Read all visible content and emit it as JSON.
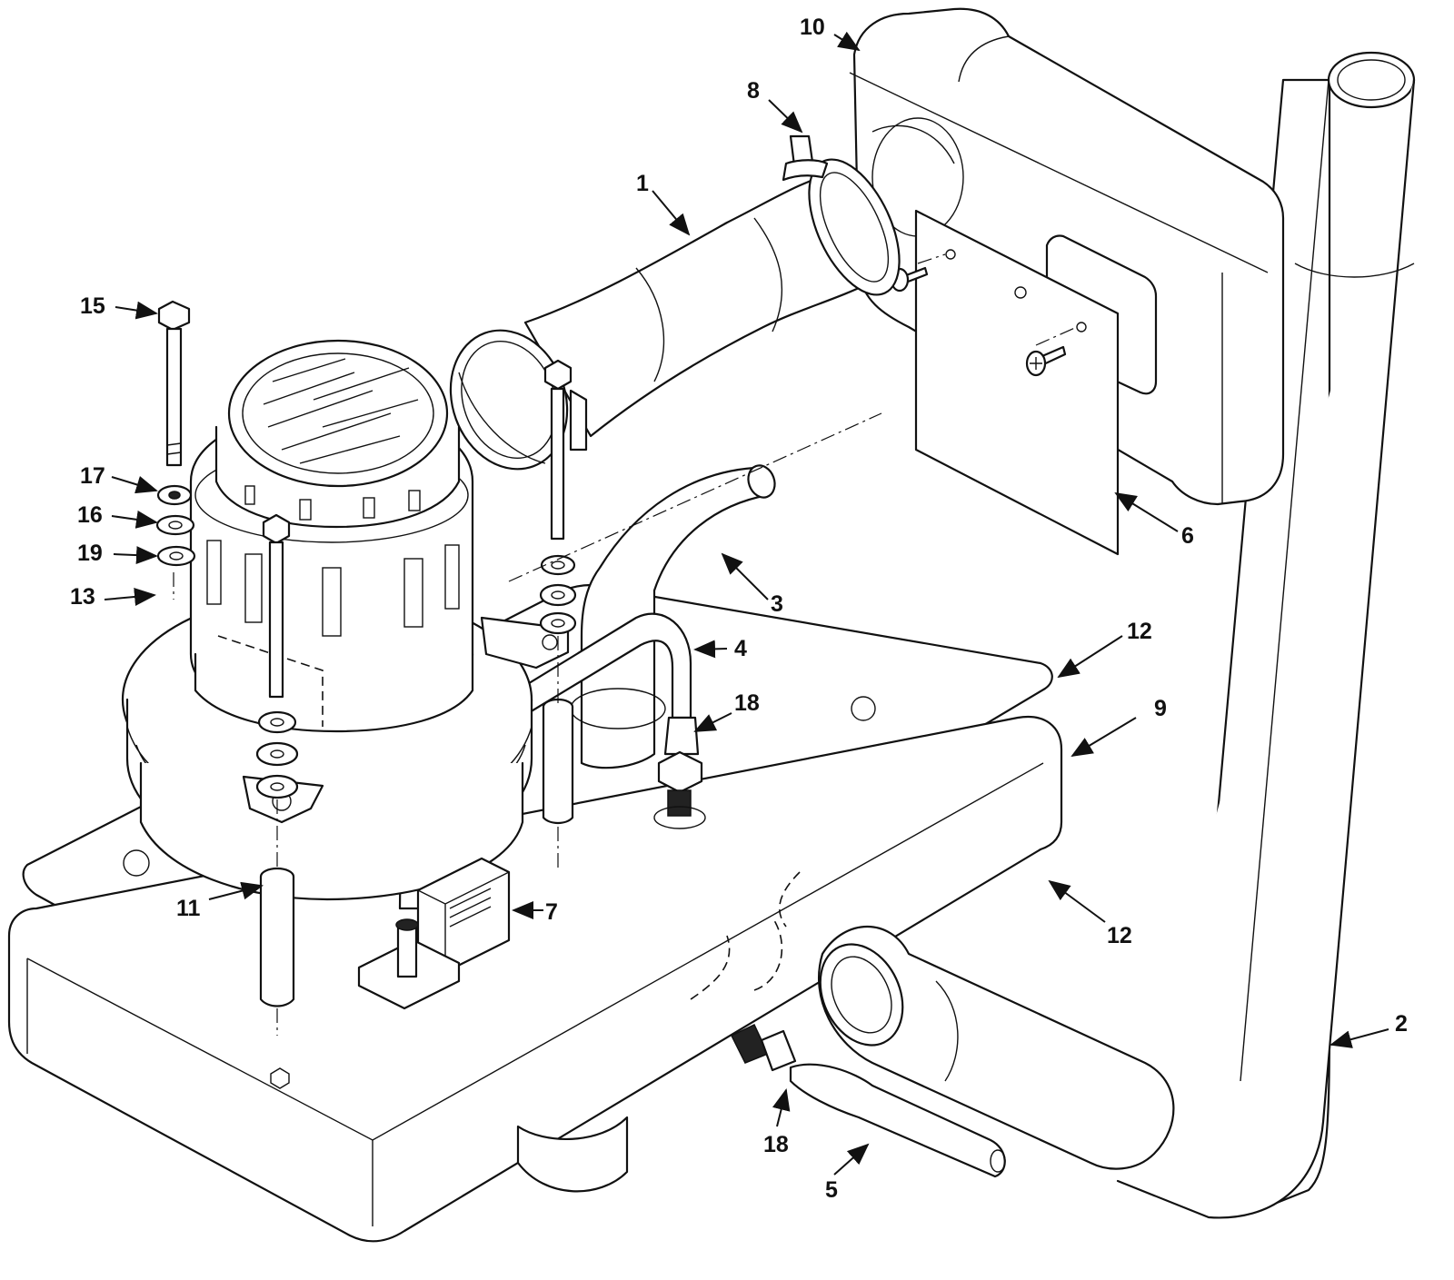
{
  "callouts": {
    "c1": "1",
    "c2": "2",
    "c3": "3",
    "c4": "4",
    "c5": "5",
    "c6": "6",
    "c7": "7",
    "c8": "8",
    "c9": "9",
    "c10": "10",
    "c11": "11",
    "c12a": "12",
    "c12b": "12",
    "c13": "13",
    "c15": "15",
    "c16": "16",
    "c17": "17",
    "c18a": "18",
    "c18b": "18",
    "c19": "19"
  },
  "colors": {
    "line": "#111111",
    "background": "#ffffff"
  }
}
